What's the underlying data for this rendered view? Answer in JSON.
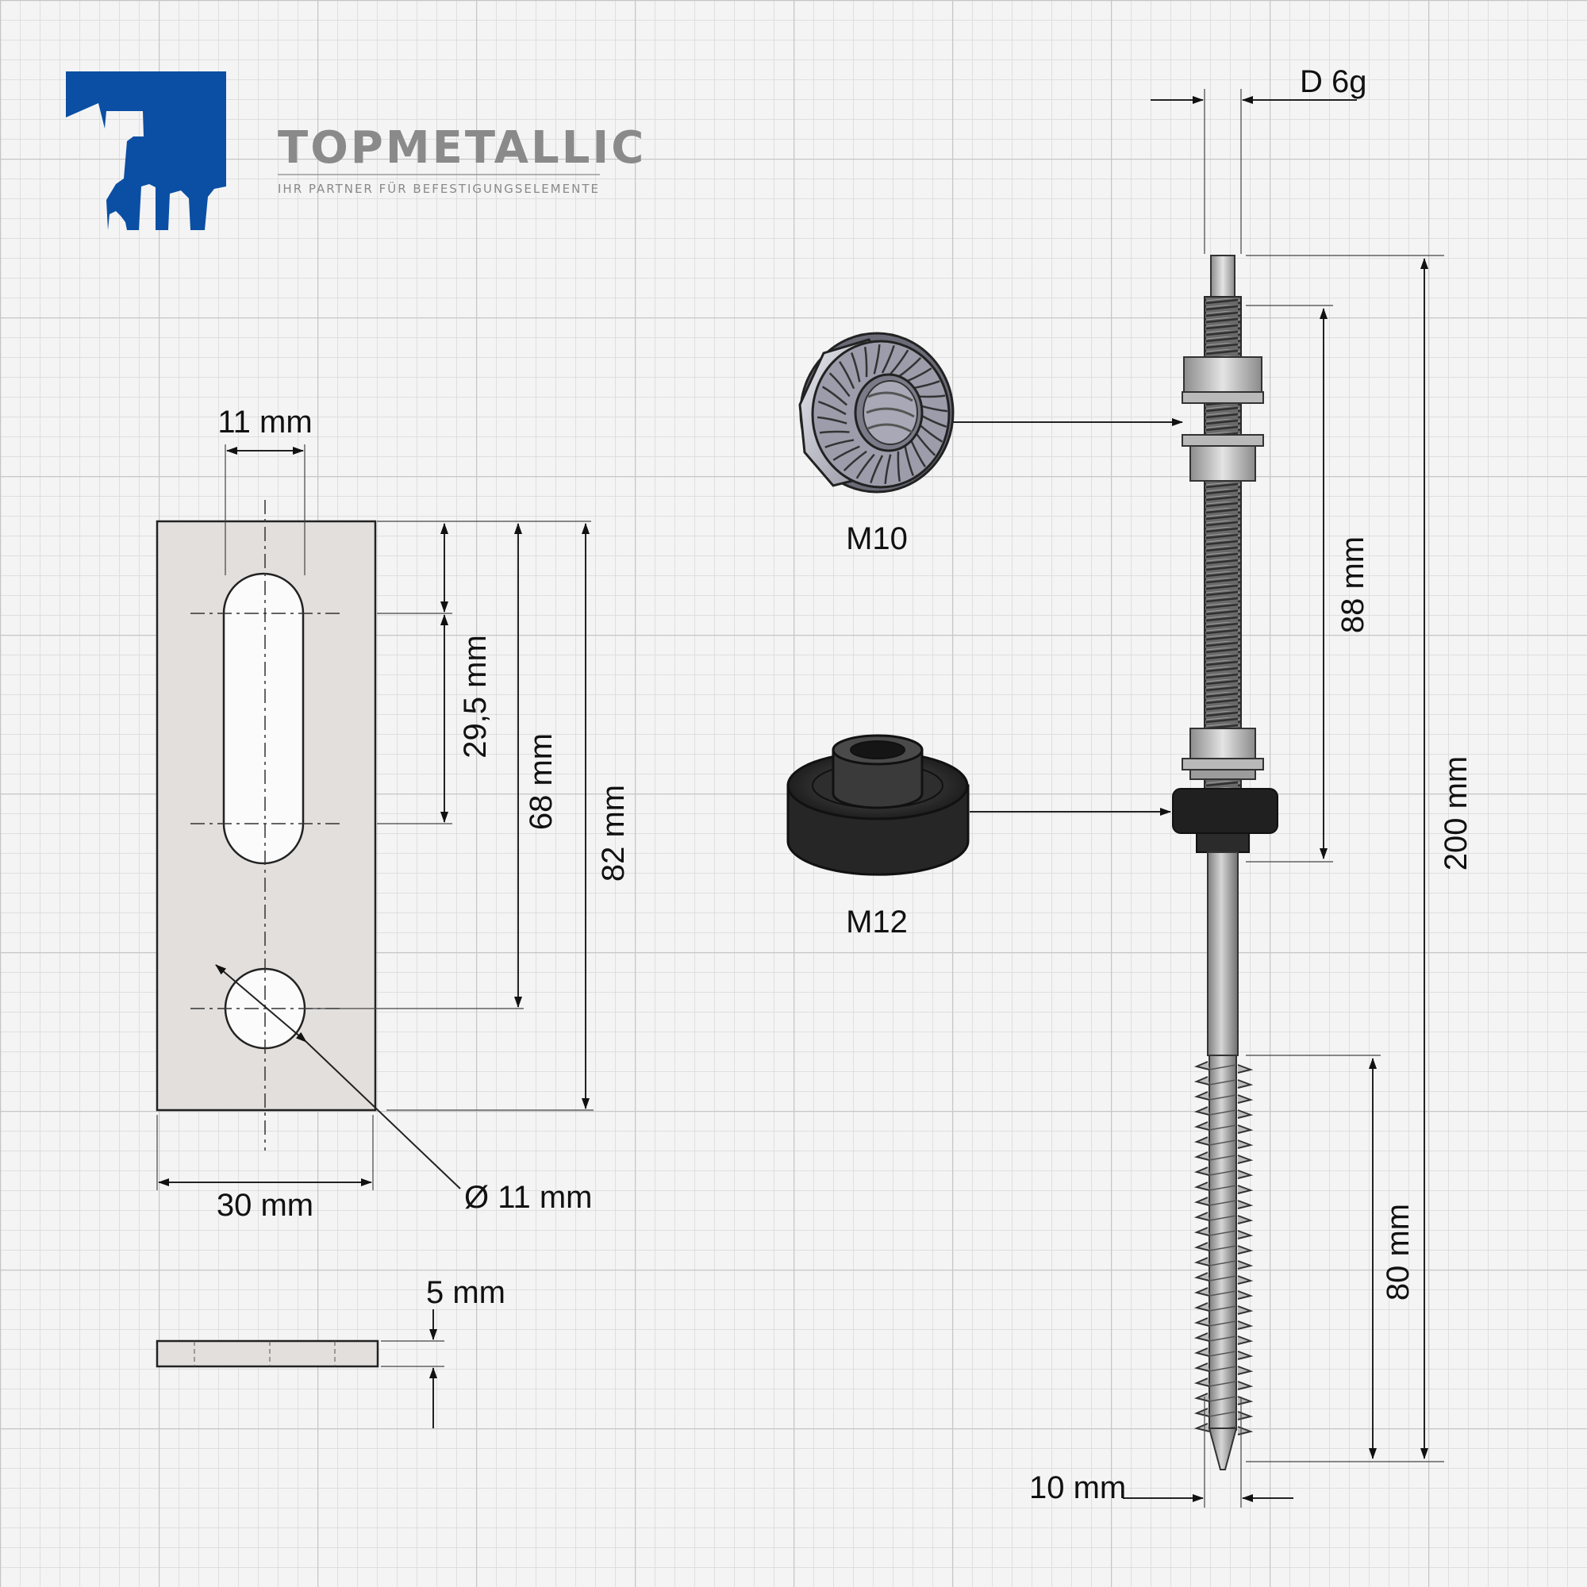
{
  "brand": {
    "name": "TOPMETALLIC",
    "tagline": "IHR PARTNER FÜR BEFESTIGUNGSELEMENTE",
    "color": "#0a4fa3"
  },
  "plate": {
    "slot_width": "11 mm",
    "slot_length": "29,5 mm",
    "hole_distance": "68 mm",
    "length": "82 mm",
    "width": "30 mm",
    "hole_diameter": "Ø 11 mm",
    "thickness": "5 mm"
  },
  "screw": {
    "thread_tolerance": "D 6g",
    "thread_length": "88 mm",
    "total_length": "200 mm",
    "wood_thread_length": "80 mm",
    "diameter": "10 mm",
    "flange_nut_label": "M10",
    "seal_label": "M12"
  }
}
